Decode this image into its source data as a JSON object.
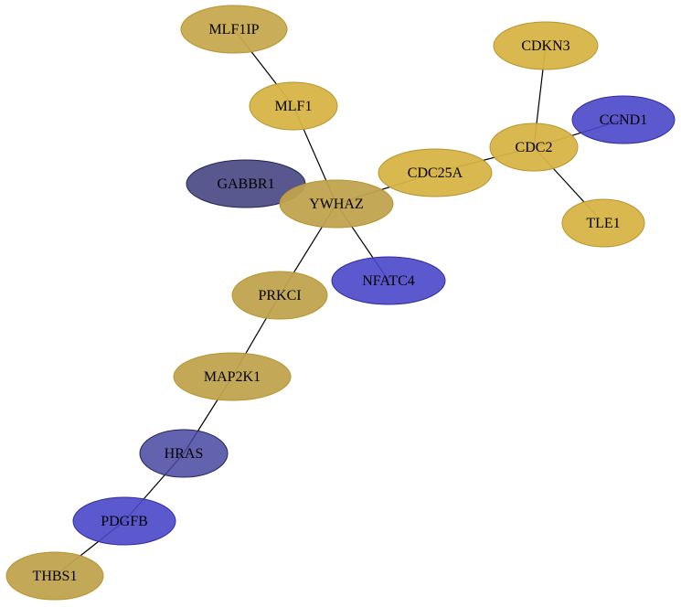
{
  "colors": {
    "gold": "#d7b447",
    "gold_dark": "#c0a34f",
    "gold_muted": "#c6a94f",
    "blue": "#4a47c9",
    "navy": "#3b3a7a",
    "navy_mid": "#4646a0",
    "gold_stroke": "#b8952f",
    "blue_stroke": "#2f2da0",
    "navy_stroke": "#26255a"
  },
  "nodes": [
    {
      "id": "MLF1IP",
      "label": "MLF1IP",
      "color": "gold_muted",
      "stroke": "gold_stroke",
      "opacity": 0.95
    },
    {
      "id": "MLF1",
      "label": "MLF1",
      "color": "gold",
      "stroke": "gold_stroke",
      "opacity": 0.95
    },
    {
      "id": "CDKN3",
      "label": "CDKN3",
      "color": "gold",
      "stroke": "gold_stroke",
      "opacity": 0.95
    },
    {
      "id": "CCND1",
      "label": "CCND1",
      "color": "blue",
      "stroke": "blue_stroke",
      "opacity": 0.9
    },
    {
      "id": "CDC2",
      "label": "CDC2",
      "color": "gold",
      "stroke": "gold_stroke",
      "opacity": 0.95
    },
    {
      "id": "CDC25A",
      "label": "CDC25A",
      "color": "gold",
      "stroke": "gold_stroke",
      "opacity": 0.95
    },
    {
      "id": "GABBR1",
      "label": "GABBR1",
      "color": "navy",
      "stroke": "navy_stroke",
      "opacity": 0.85
    },
    {
      "id": "YWHAZ",
      "label": "YWHAZ",
      "color": "gold_dark",
      "stroke": "gold_stroke",
      "opacity": 0.95
    },
    {
      "id": "TLE1",
      "label": "TLE1",
      "color": "gold",
      "stroke": "gold_stroke",
      "opacity": 0.95
    },
    {
      "id": "NFATC4",
      "label": "NFATC4",
      "color": "blue",
      "stroke": "blue_stroke",
      "opacity": 0.9
    },
    {
      "id": "PRKCI",
      "label": "PRKCI",
      "color": "gold_dark",
      "stroke": "gold_stroke",
      "opacity": 0.95
    },
    {
      "id": "MAP2K1",
      "label": "MAP2K1",
      "color": "gold_dark",
      "stroke": "gold_stroke",
      "opacity": 0.95
    },
    {
      "id": "HRAS",
      "label": "HRAS",
      "color": "navy_mid",
      "stroke": "navy_stroke",
      "opacity": 0.85
    },
    {
      "id": "PDGFB",
      "label": "PDGFB",
      "color": "blue",
      "stroke": "blue_stroke",
      "opacity": 0.9
    },
    {
      "id": "THBS1",
      "label": "THBS1",
      "color": "gold_dark",
      "stroke": "gold_stroke",
      "opacity": 0.95
    }
  ],
  "edges": [
    {
      "source": "MLF1IP",
      "target": "MLF1"
    },
    {
      "source": "MLF1",
      "target": "YWHAZ"
    },
    {
      "source": "CDKN3",
      "target": "CDC2"
    },
    {
      "source": "CCND1",
      "target": "CDC2"
    },
    {
      "source": "CDC2",
      "target": "TLE1"
    },
    {
      "source": "CDC2",
      "target": "CDC25A"
    },
    {
      "source": "CDC25A",
      "target": "YWHAZ"
    },
    {
      "source": "YWHAZ",
      "target": "NFATC4"
    },
    {
      "source": "YWHAZ",
      "target": "PRKCI"
    },
    {
      "source": "PRKCI",
      "target": "MAP2K1"
    },
    {
      "source": "MAP2K1",
      "target": "HRAS"
    },
    {
      "source": "HRAS",
      "target": "PDGFB"
    },
    {
      "source": "PDGFB",
      "target": "THBS1"
    }
  ]
}
